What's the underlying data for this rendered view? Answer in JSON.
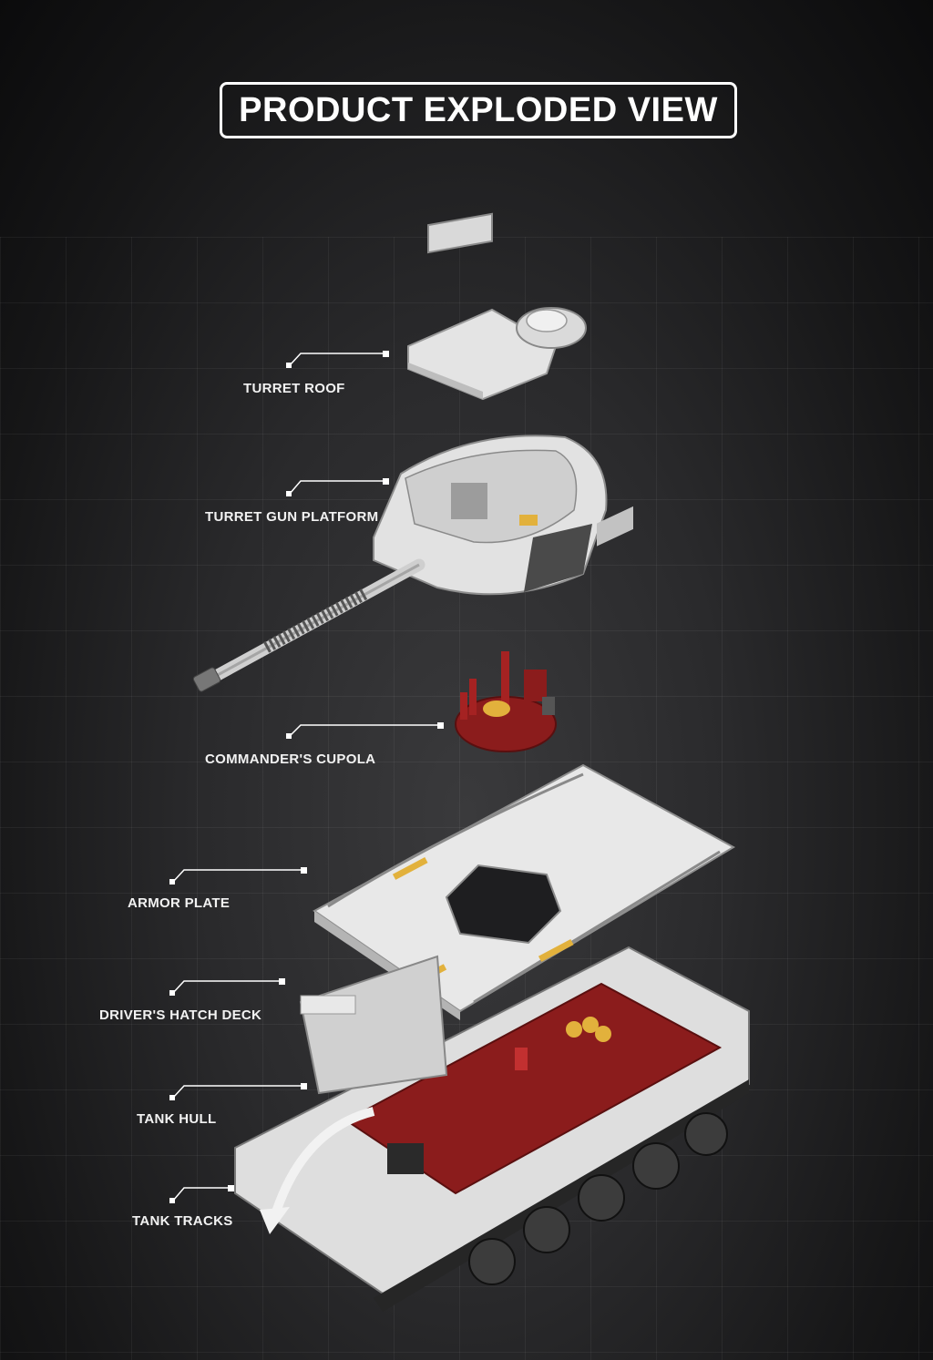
{
  "title": "PRODUCT EXPLODED VIEW",
  "parts": [
    {
      "id": "turret-roof",
      "label": "TURRET ROOF"
    },
    {
      "id": "turret-gun-platform",
      "label": "TURRET GUN PLATFORM"
    },
    {
      "id": "commanders-cupola",
      "label": "COMMANDER'S CUPOLA"
    },
    {
      "id": "armor-plate",
      "label": "ARMOR PLATE"
    },
    {
      "id": "drivers-hatch-deck",
      "label": "DRIVER'S HATCH DECK"
    },
    {
      "id": "tank-hull",
      "label": "TANK HULL"
    },
    {
      "id": "tank-tracks",
      "label": "TANK TRACKS"
    }
  ],
  "colors": {
    "background": "#1c1c1e",
    "bricks_light": "#e6e6e6",
    "bricks_red": "#8b1c1c",
    "accent_gold": "#e2b13c"
  }
}
